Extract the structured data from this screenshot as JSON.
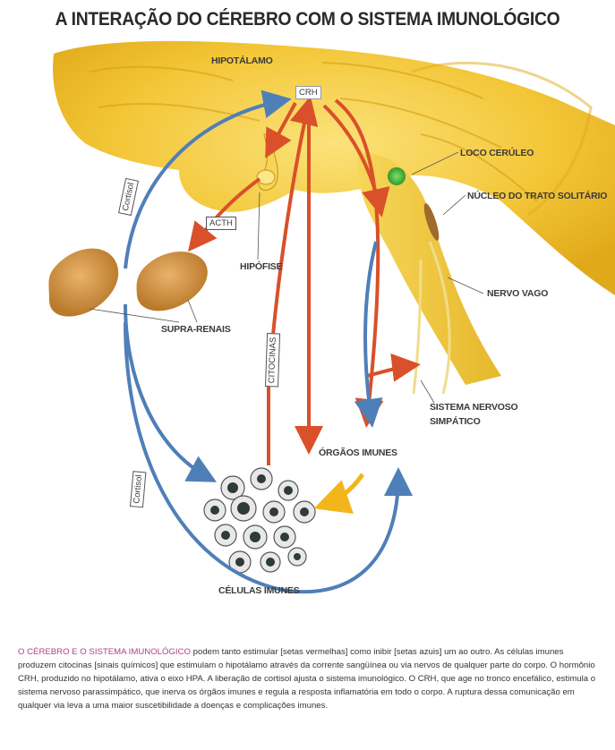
{
  "title": "A INTERAÇÃO DO CÉREBRO COM O SISTEMA IMUNOLÓGICO",
  "labels": {
    "hipotalamo": "HIPOTÁLAMO",
    "crh": "CRH",
    "loco_ceruleo": "LOCO CERÚLEO",
    "nucleo_trato_solitario": "NÚCLEO DO TRATO SOLITÁRIO",
    "acth": "ACTH",
    "hipofise": "HIPÓFISE",
    "nervo_vago": "NERVO VAGO",
    "supra_renais": "SUPRA-RENAIS",
    "cortisol_top": "Cortisol",
    "cortisol_bottom": "Cortisol",
    "citocinas": "CITOCINAS",
    "sistema_nervoso_simpatico_1": "SISTEMA NERVOSO",
    "sistema_nervoso_simpatico_2": "SIMPÁTICO",
    "orgaos_imunes": "ÓRGÃOS IMUNES",
    "celulas_imunes": "CÉLULAS IMUNES"
  },
  "caption": {
    "lead": "O cérebro e o sistema imunológico",
    "body": " podem tanto estimular [setas vermelhas] como inibir [setas azuis] um ao outro. As células imunes produzem citocinas [sinais químicos] que estimulam o hipotálamo através da corrente sangüínea ou via nervos de qualquer parte do corpo. O hormônio CRH, produzido no hipotálamo, ativa o eixo HPA. A liberação de cortisol ajusta o sistema imunológico. O CRH, que age no tronco encefálico, estimula o sistema nervoso parassimpático, que inerva os órgãos imunes e regula a resposta inflamatória em todo o corpo. A ruptura dessa comunicação em qualquer via leva a uma maior suscetibilidade a doenças e complicações imunes."
  },
  "colors": {
    "brain": "#f2c52a",
    "stimulate_arrow": "#d9502a",
    "inhibit_arrow": "#4f7fb8",
    "adrenal": "#c98a3a",
    "yellow_arrow": "#f3b51c",
    "locus": "#3cae3c"
  }
}
